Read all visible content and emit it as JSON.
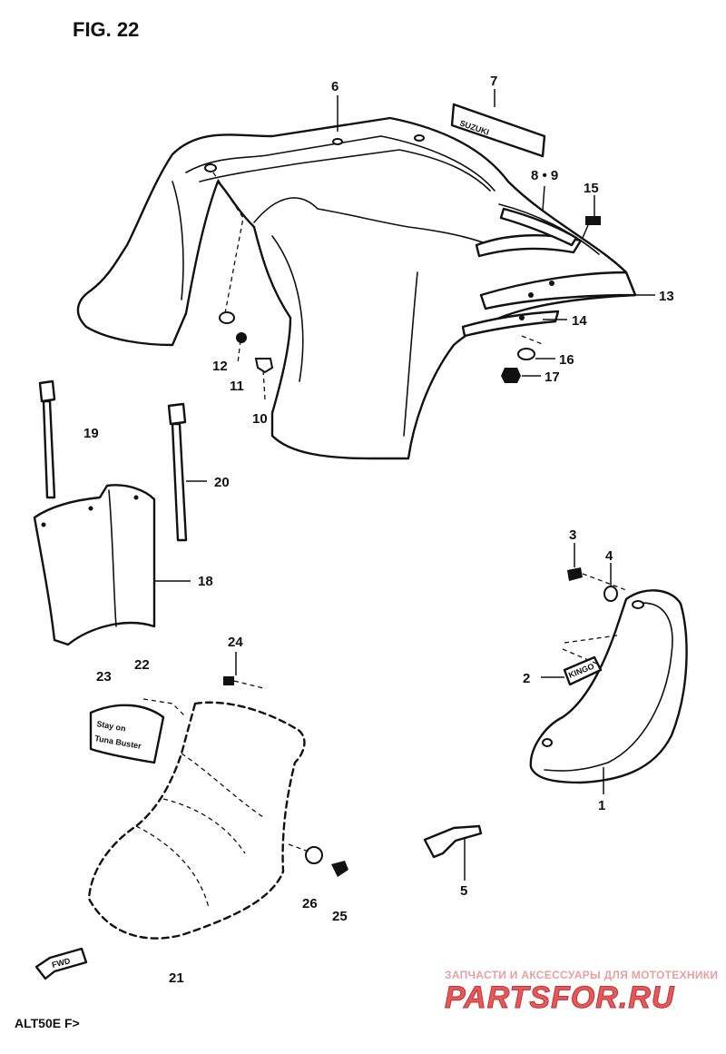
{
  "figure": {
    "title": "FIG. 22",
    "model_code": "ALT50E F>"
  },
  "decals": {
    "brand": "SUZUKI",
    "lower_decal_line1": "Stay on",
    "lower_decal_line2": "Tuna Buster",
    "small_emblem": "KINGO"
  },
  "fwd_label": "FWD",
  "callouts": [
    "1",
    "2",
    "3",
    "4",
    "5",
    "6",
    "7",
    "8 • 9",
    "10",
    "11",
    "12",
    "13",
    "14",
    "15",
    "16",
    "17",
    "18",
    "19",
    "20",
    "21",
    "22",
    "23",
    "24",
    "25",
    "26"
  ],
  "watermark": {
    "tagline": "ЗАПЧАСТИ И АКСЕССУАРЫ ДЛЯ МОТОТЕХНИКИ",
    "logo": "PARTSFOR.RU"
  }
}
